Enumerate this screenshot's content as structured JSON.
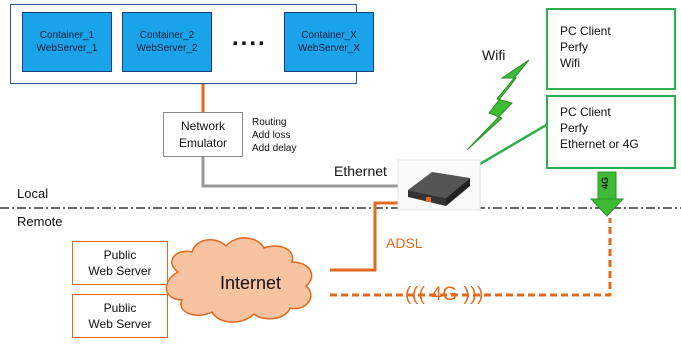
{
  "containers": [
    {
      "line1": "Container_1",
      "line2": "WebServer_1"
    },
    {
      "line1": "Container_2",
      "line2": "WebServer_2"
    },
    {
      "line1": "Container_X",
      "line2": "WebServer_X"
    }
  ],
  "ellipsis": "....",
  "emulator": {
    "line1": "Network",
    "line2": "Emulator"
  },
  "emulator_notes": [
    "Routing",
    "Add loss",
    "Add delay"
  ],
  "pc_wifi": {
    "line1": "PC Client",
    "line2": "Perfy",
    "line3": "Wifi"
  },
  "pc_eth": {
    "line1": "PC Client",
    "line2": "Perfy",
    "line3": "Ethernet  or 4G"
  },
  "labels": {
    "wifi": "Wifi",
    "ethernet": "Ethernet",
    "local": "Local",
    "remote": "Remote",
    "adsl": "ADSL",
    "link_4g": "(((  4G )))",
    "arrow_4g": "4G",
    "internet": "Internet"
  },
  "public_servers": [
    {
      "line1": "Public",
      "line2": "Web Server"
    },
    {
      "line1": "Public",
      "line2": "Web Server"
    }
  ],
  "colors": {
    "container": "#1aa3e8",
    "orange": "#e2691d",
    "green": "#2fae4e",
    "cloud": "#f7c3a1"
  }
}
